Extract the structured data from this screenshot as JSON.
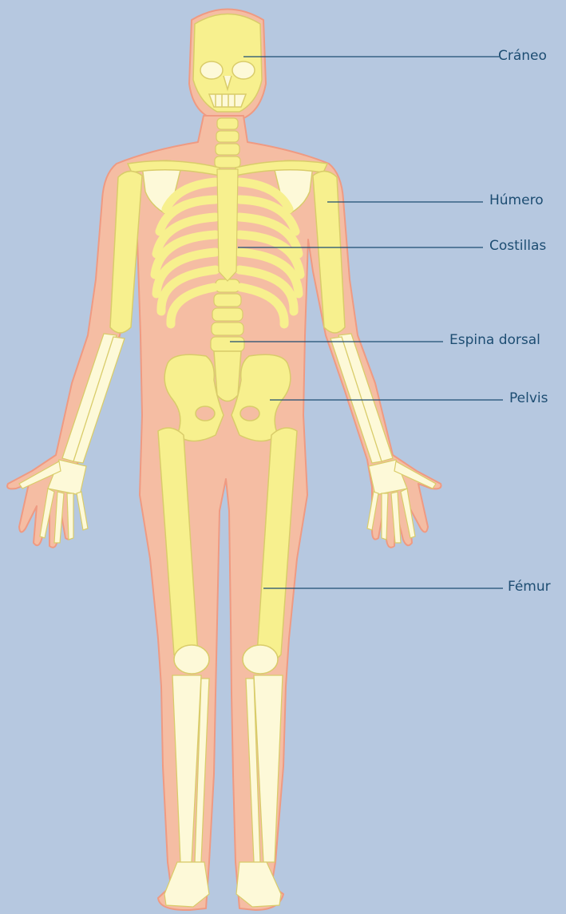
{
  "labels": {
    "skull": "Cráneo",
    "humerus": "Húmero",
    "ribs": "Costillas",
    "spine": "Espina dorsal",
    "pelvis": "Pelvis",
    "femur": "Fémur"
  },
  "colors": {
    "background": "#b6c8e0",
    "skin": "#f5bda3",
    "skin_outline": "#ef9a82",
    "axial_bone": "#f7f08e",
    "limb_bone": "#fdf9d8",
    "bone_outline": "#d9cc6a",
    "label": "#1d4d72"
  }
}
